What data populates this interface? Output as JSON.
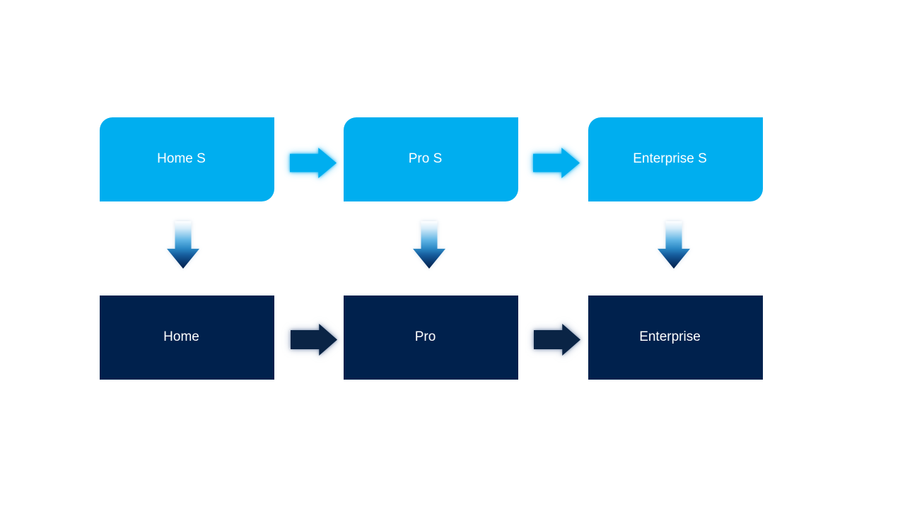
{
  "colors": {
    "canvas-bg": "#ffffff",
    "node-light": "#00aeef",
    "node-dark": "#00214d",
    "node-text": "#ffffff",
    "arrow-light": "#00aeef",
    "arrow-dark": "#0a2445",
    "down-grad-top": "#ffffff",
    "down-grad-mid": "#5fb4e4",
    "down-grad-low": "#155a9a",
    "down-grad-tip": "#031f4a"
  },
  "diagram": {
    "top_row": [
      {
        "label": "Home S"
      },
      {
        "label": "Pro S"
      },
      {
        "label": "Enterprise S"
      }
    ],
    "bottom_row": [
      {
        "label": "Home"
      },
      {
        "label": "Pro"
      },
      {
        "label": "Enterprise"
      }
    ],
    "icons": {
      "right_arrow": "block-arrow-right",
      "down_arrow": "block-arrow-down"
    }
  }
}
